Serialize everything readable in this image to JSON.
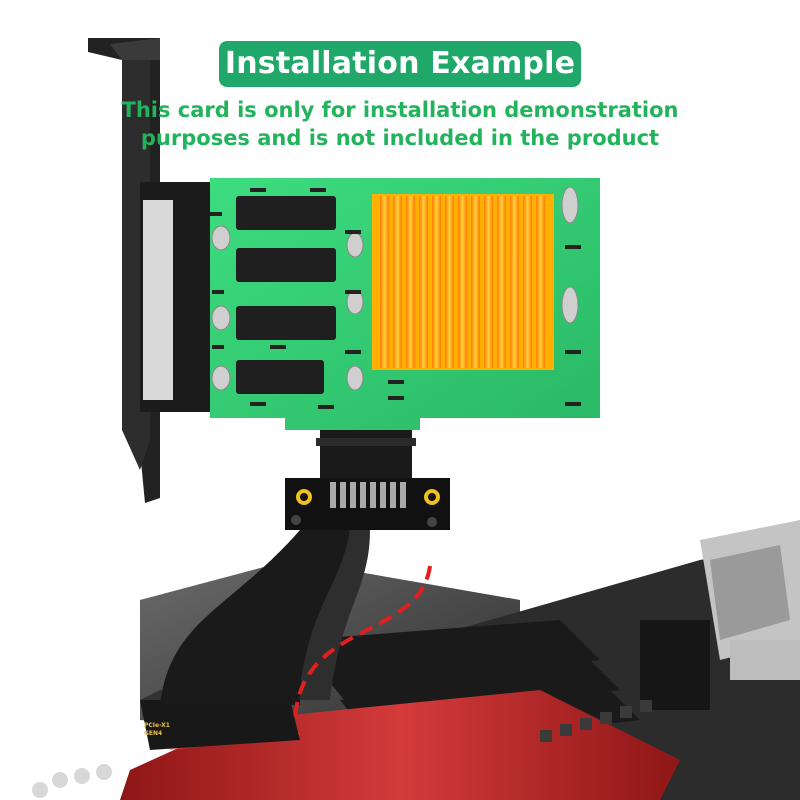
{
  "header": {
    "title": "Installation Example",
    "note_line1": "This card is only for installation demonstration",
    "note_line2": "purposes and is not included in the product"
  },
  "riser_label": {
    "line1": "PCIe-X1",
    "line2": "GEN4"
  },
  "colors": {
    "title_bg": "#1fa86a",
    "note_text": "#22b35c",
    "pcb": "#2ecc71",
    "heatsink": "#f39c12",
    "bracket": "#1e1e1e",
    "cable": "#222222",
    "slot": "#c0392b",
    "dashed_path": "#e02020"
  }
}
